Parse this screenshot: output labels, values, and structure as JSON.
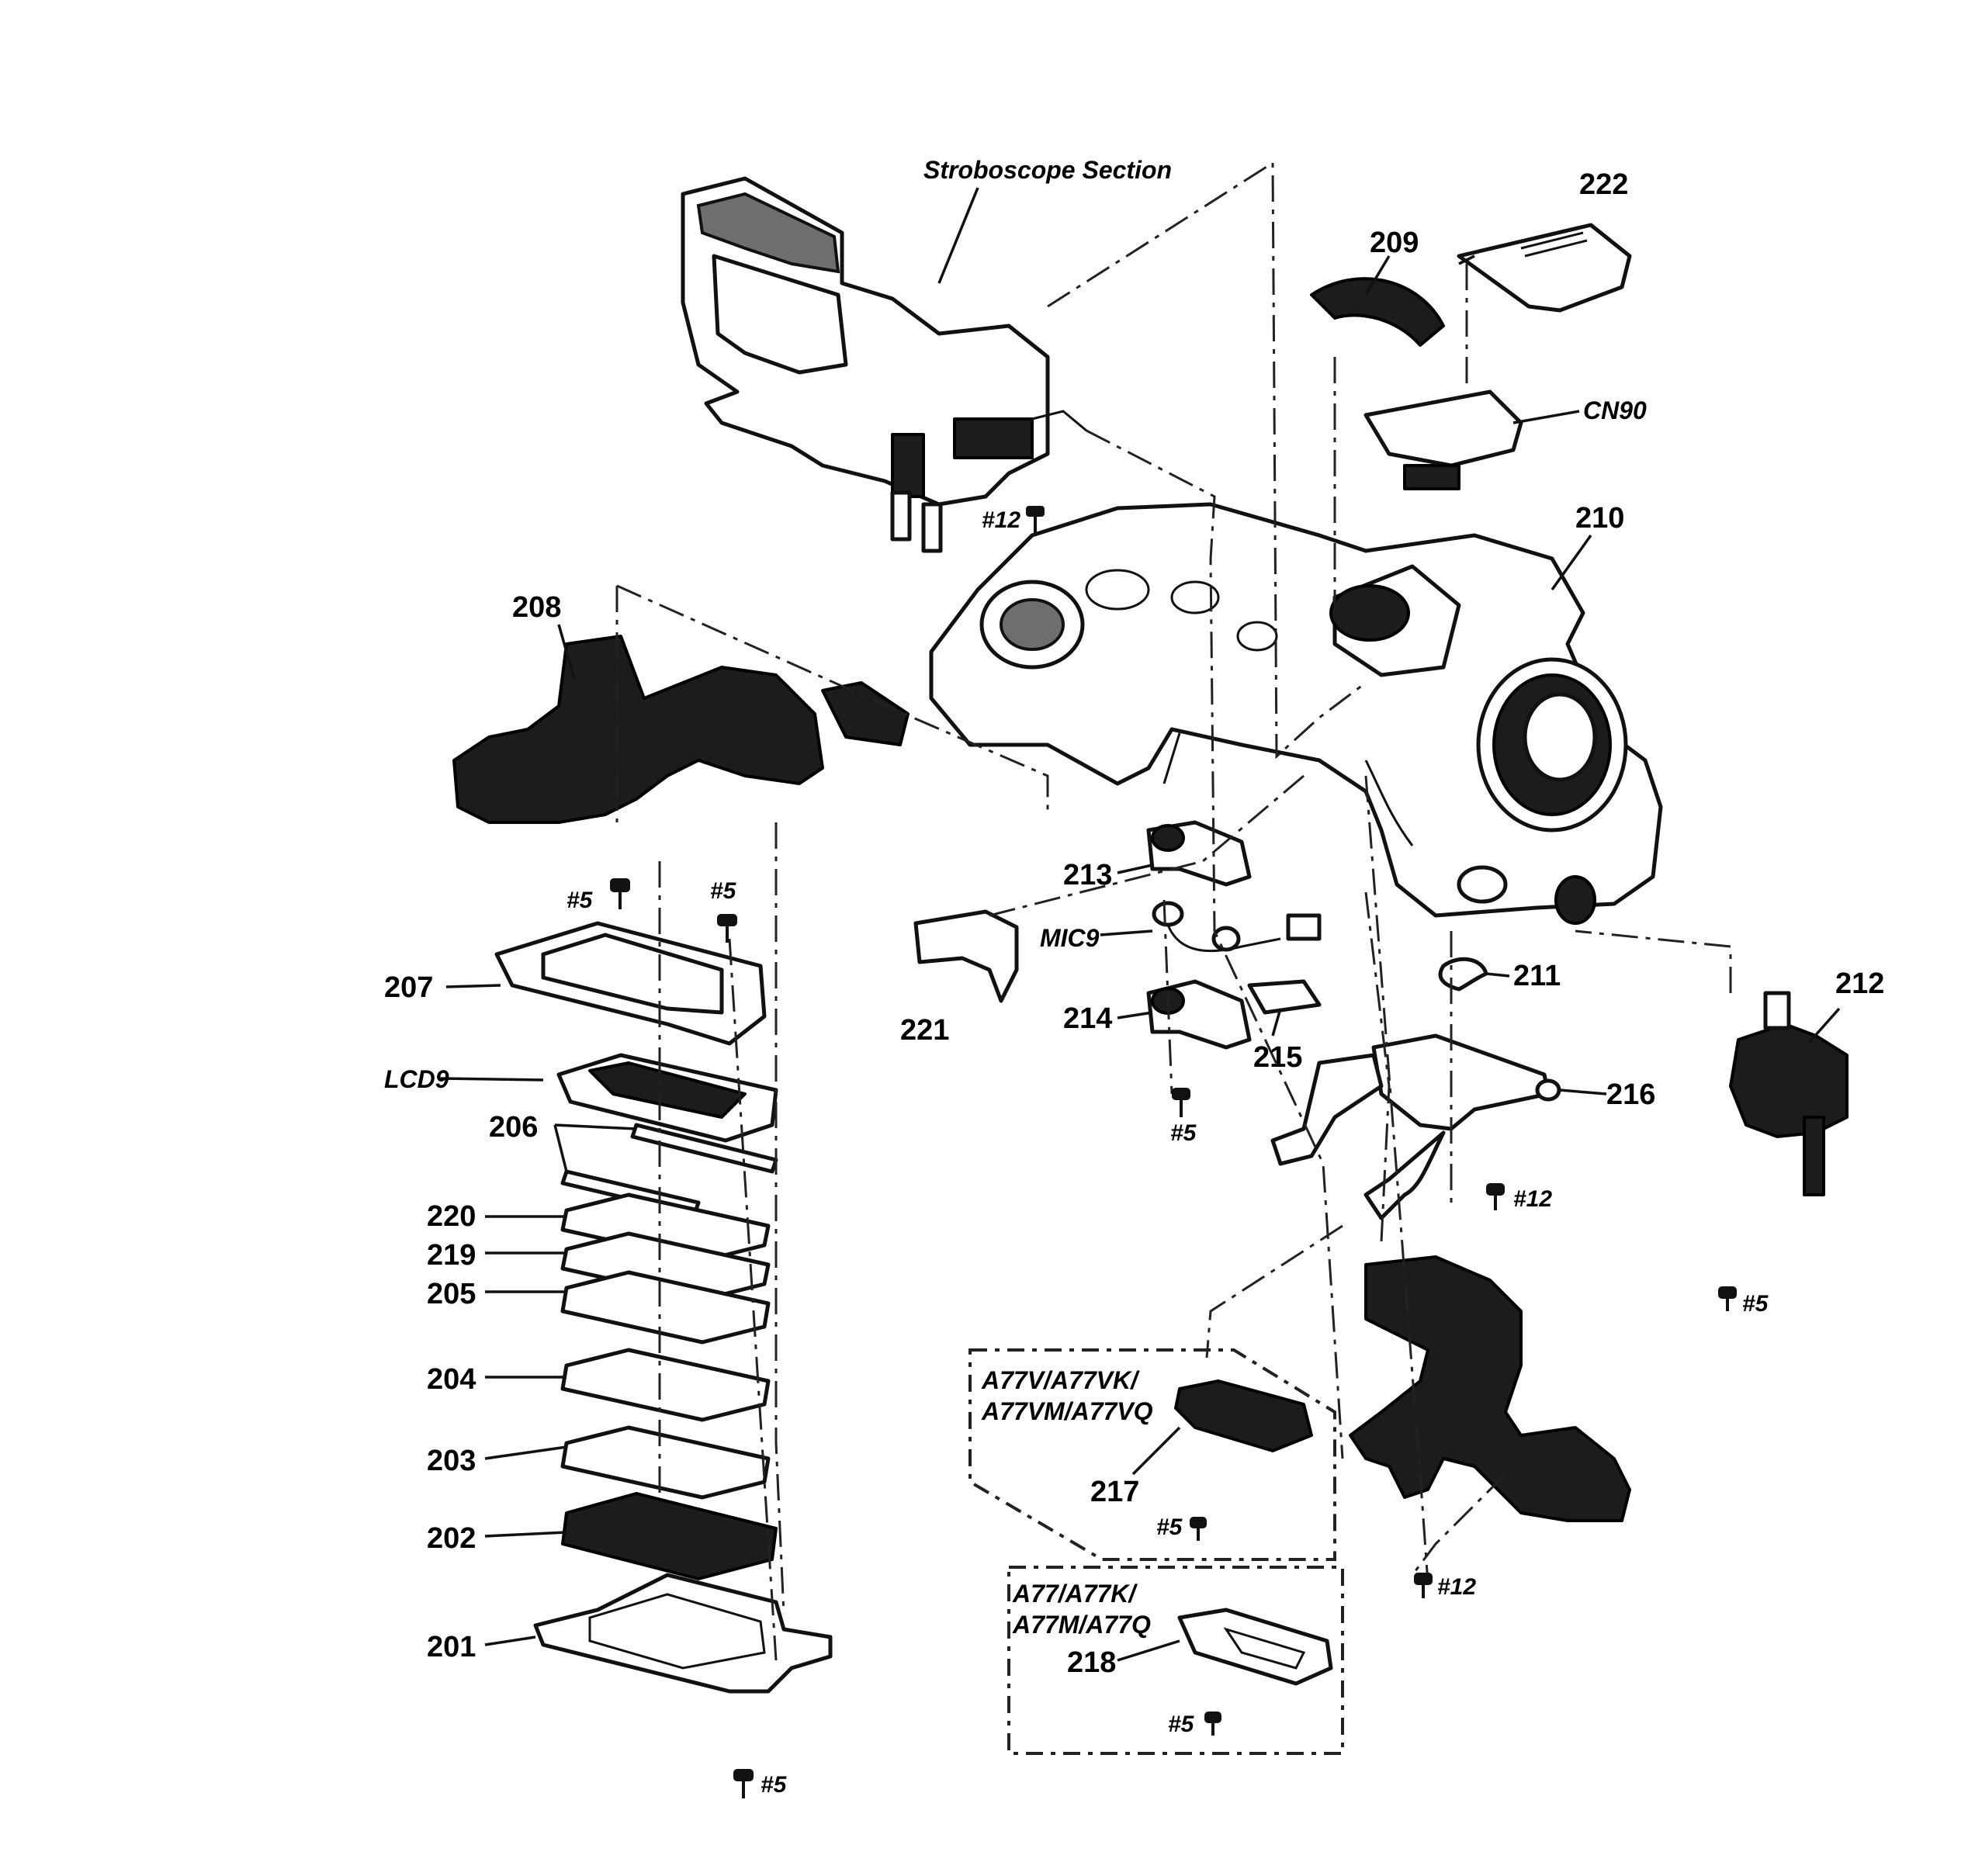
{
  "section_title": "Stroboscope Section",
  "part_labels": {
    "p201": "201",
    "p202": "202",
    "p203": "203",
    "p204": "204",
    "p205": "205",
    "p206": "206",
    "p207": "207",
    "p208": "208",
    "p209": "209",
    "p210": "210",
    "p211": "211",
    "p212": "212",
    "p213": "213",
    "p214": "214",
    "p215": "215",
    "p216": "216",
    "p217": "217",
    "p218": "218",
    "p219": "219",
    "p220": "220",
    "p221": "221",
    "p222": "222"
  },
  "component_labels": {
    "lcd": "LCD9",
    "mic": "MIC9",
    "connector": "CN90"
  },
  "screw_labels": {
    "s5": "#5",
    "s12": "#12"
  },
  "variant_boxes": {
    "box_217": {
      "line1": "A77V/A77VK/",
      "line2": "A77VM/A77VQ"
    },
    "box_218": {
      "line1": "A77/A77K/",
      "line2": "A77M/A77Q"
    }
  }
}
